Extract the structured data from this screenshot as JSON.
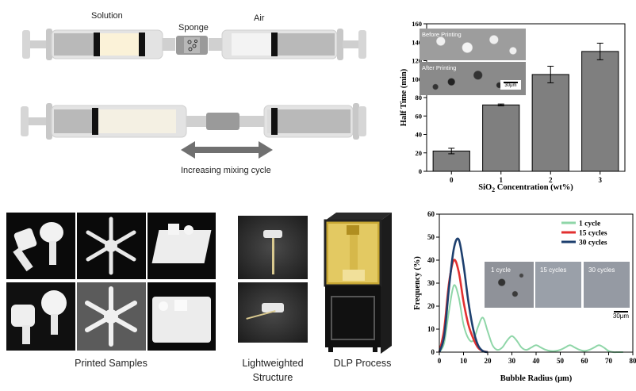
{
  "schematic": {
    "solution_label": "Solution",
    "sponge_label": "Sponge",
    "air_label": "Air",
    "mixing_label": "Increasing mixing cycle"
  },
  "captions": {
    "printed_samples": "Printed Samples",
    "lightweighted": "Lightweighted",
    "structure": "Structure",
    "dlp": "DLP Process"
  },
  "inset_labels": {
    "before_printing": "Before Printing",
    "after_printing": "After Printing",
    "scale_top": "30μm",
    "cycle1": "1 cycle",
    "cycle15": "15 cycles",
    "cycle30": "30 cycles",
    "scale_bottom": "30μm"
  },
  "chart_data": [
    {
      "type": "bar",
      "categories": [
        "0",
        "1",
        "2",
        "3"
      ],
      "values": [
        22,
        72,
        105,
        130
      ],
      "errors": [
        3,
        1,
        9,
        9
      ],
      "xlabel_parts": [
        "SiO",
        "2",
        " Concentration (wt%)"
      ],
      "ylabel": "Half Time (min)",
      "ylim": [
        0,
        160
      ],
      "yticks": [
        "0",
        "20",
        "40",
        "60",
        "80",
        "100",
        "120",
        "140",
        "160"
      ],
      "color": "#7f7f7f"
    },
    {
      "type": "line",
      "xlabel": "Bubble Radius (μm)",
      "ylabel": "Frequency (%)",
      "xlim": [
        0,
        80
      ],
      "ylim": [
        0,
        60
      ],
      "xticks": [
        "0",
        "10",
        "20",
        "30",
        "40",
        "50",
        "60",
        "70",
        "80"
      ],
      "yticks": [
        "0",
        "10",
        "20",
        "30",
        "40",
        "50",
        "60"
      ],
      "legend_position": "top-right",
      "series": [
        {
          "name": "1 cycle",
          "color": "#8fd6a8",
          "x": [
            0,
            2,
            4,
            6,
            8,
            10,
            12,
            14,
            16,
            18,
            20,
            22,
            24,
            26,
            28,
            30,
            32,
            34,
            36,
            38,
            40,
            42,
            44,
            46,
            48,
            50,
            52,
            54,
            56,
            58,
            60,
            62,
            64,
            66,
            68,
            70,
            72,
            74,
            76
          ],
          "y": [
            0,
            4,
            18,
            29,
            24,
            12,
            6,
            5,
            11,
            15,
            9,
            3,
            1,
            2,
            5,
            7,
            5,
            2,
            1,
            2,
            3,
            2,
            1,
            0.5,
            0.5,
            1,
            2,
            3,
            2,
            1,
            0.5,
            1,
            2,
            3,
            2,
            0.5,
            0,
            0,
            0
          ]
        },
        {
          "name": "15 cycles",
          "color": "#e23030",
          "x": [
            0,
            2,
            4,
            6,
            8,
            10,
            12,
            14,
            16,
            18,
            20
          ],
          "y": [
            0,
            10,
            30,
            40,
            35,
            22,
            12,
            6,
            2,
            0.5,
            0
          ]
        },
        {
          "name": "30 cycles",
          "color": "#1d3f6e",
          "x": [
            0,
            2,
            4,
            6,
            8,
            10,
            12,
            14,
            16,
            18,
            20
          ],
          "y": [
            0,
            7,
            28,
            45,
            49,
            38,
            22,
            10,
            3,
            0.5,
            0
          ]
        }
      ]
    }
  ]
}
